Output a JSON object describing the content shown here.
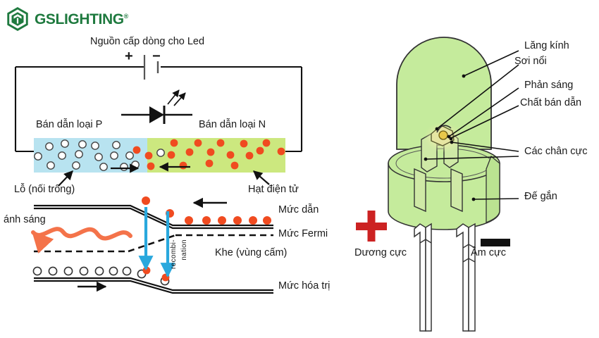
{
  "brand": {
    "name": "GSLIGHTING",
    "trademark": "®",
    "logo_icon": "hexagon-cube-icon",
    "color": "#1f7a3f"
  },
  "colors": {
    "p_region": "#b8e3f0",
    "n_region": "#cce87f",
    "electron": "#f04b20",
    "hole_stroke": "#333333",
    "recombination_arrow": "#29a8dd",
    "light_wave": "#f4734a",
    "led_body": "#c5eb9c",
    "led_outline": "#333333",
    "plus_red": "#cc2222",
    "minus_black": "#111111"
  },
  "left_diagram": {
    "name": "led-circuit-band-diagram",
    "power_source_label": "Nguồn cấp dòng cho Led",
    "battery_plus": "+",
    "battery_minus": "−",
    "p_type_label": "Bán dẫn loại P",
    "n_type_label": "Bán dẫn loại N",
    "hole_label": "Lỗ (nối trống)",
    "electron_label": "Hạt điện tử",
    "light_label": "ánh sáng",
    "conduction_label": "Mức dẫn",
    "fermi_label": "Mức Fermi",
    "gap_label": "Khe (vùng cấm)",
    "valence_label": "Mức hóa trị",
    "recombination_line1": "recombi-",
    "recombination_line2": "nation",
    "diode_symbol": "led-diode-symbol"
  },
  "right_diagram": {
    "name": "led-component-cutaway",
    "callouts": [
      {
        "label": "Lăng kính"
      },
      {
        "label": "Sơi nổi"
      },
      {
        "label": "Phản sáng"
      },
      {
        "label": "Chất bán dẫn"
      },
      {
        "label": "Các chân cực"
      },
      {
        "label": "Đế gắn"
      }
    ],
    "anode_symbol": "+",
    "anode_label": "Dương cực",
    "cathode_symbol": "−",
    "cathode_label": "Âm cực"
  }
}
